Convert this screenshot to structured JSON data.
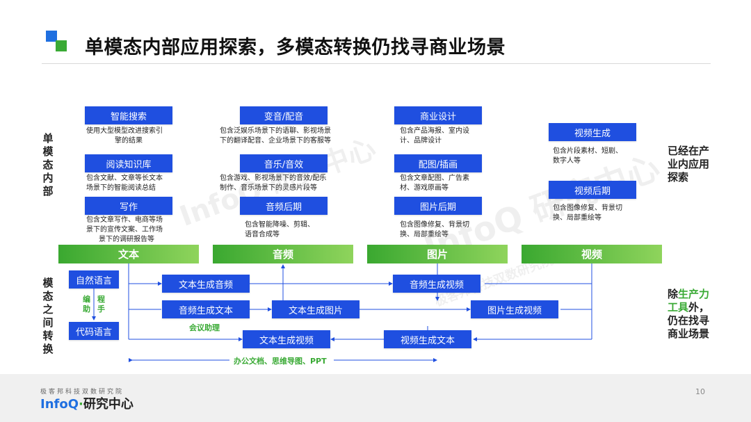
{
  "title": "单模态内部应用探索，多模态转换仍找寻商业场景",
  "left_labels": {
    "single": [
      "单",
      "模",
      "态",
      "内",
      "部"
    ],
    "cross": [
      "模",
      "态",
      "之",
      "间",
      "转",
      "换"
    ]
  },
  "right_labels": {
    "top": [
      "已经在产",
      "业内应用",
      "探索"
    ],
    "bottom_prefix": "除",
    "bottom_highlight1": "生产力",
    "bottom_highlight2": "工具",
    "bottom_rest1": "外，",
    "bottom_rest2": "仍在找寻",
    "bottom_rest3": "商业场景"
  },
  "modalities": [
    "文本",
    "音频",
    "图片",
    "视频"
  ],
  "columns": {
    "text": [
      {
        "title": "智能搜索",
        "desc": [
          "使用大型模型改进搜索引",
          "擎的结果"
        ]
      },
      {
        "title": "阅读知识库",
        "desc": [
          "包含文献、文章等长文本",
          "场景下的智能阅读总结"
        ]
      },
      {
        "title": "写作",
        "desc": [
          "包含文章写作、电商等场",
          "景下的宣传文案、工作场",
          "景下的调研报告等"
        ]
      }
    ],
    "audio": [
      {
        "title": "变音/配音",
        "desc": [
          "包含泛娱乐场景下的语聊、影视场景",
          "下的翻译配音、企业场景下的客服等"
        ]
      },
      {
        "title": "音乐/音效",
        "desc": [
          "包含游戏、影视场景下的音效/配乐",
          "制作、音乐场景下的灵感片段等"
        ]
      },
      {
        "title": "音频后期",
        "desc": [
          "包含智能降噪、剪辑、",
          "语音合成等"
        ]
      }
    ],
    "image": [
      {
        "title": "商业设计",
        "desc": [
          "包含产品海报、室内设",
          "计、品牌设计"
        ]
      },
      {
        "title": "配图/插画",
        "desc": [
          "包含文章配图、广告素",
          "材、游戏原画等"
        ]
      },
      {
        "title": "图片后期",
        "desc": [
          "包含图像修复、背景切",
          "换、局部重绘等"
        ]
      }
    ],
    "video": [
      {
        "title": "视频生成",
        "desc": [
          "包含片段素材、短剧、",
          "数字人等"
        ]
      },
      {
        "title": "视频后期",
        "desc": [
          "包含图像修复、背景切",
          "换、局部重绘等"
        ]
      }
    ]
  },
  "conversions": {
    "natural_language": "自然语言",
    "code_language": "代码语言",
    "programming_aid_1": "编",
    "programming_aid_2": "助",
    "programming_aid_3": "程",
    "programming_aid_4": "手",
    "text_to_audio": "文本生成音频",
    "audio_to_video": "音频生成视频",
    "audio_to_text": "音频生成文本",
    "text_to_image": "文本生成图片",
    "image_to_video": "图片生成视频",
    "text_to_video": "文本生成视频",
    "video_to_text": "视频生成文本",
    "meeting_assistant": "会议助理",
    "office_docs": "办公文档、思维导图、PPT"
  },
  "footer": {
    "org": "极客邦科技双数研究院",
    "brand_en": "InfoQ",
    "brand_cn": "研究中心",
    "page": "10"
  },
  "watermark": {
    "big": "InfoQ 研究中心",
    "small": "极客邦科技双数研究院"
  },
  "colors": {
    "box_blue": "#1f4fe0",
    "bar_green": "#3aa830",
    "accent_green": "#3aaa35",
    "logo_blue": "#1f6fe0"
  }
}
